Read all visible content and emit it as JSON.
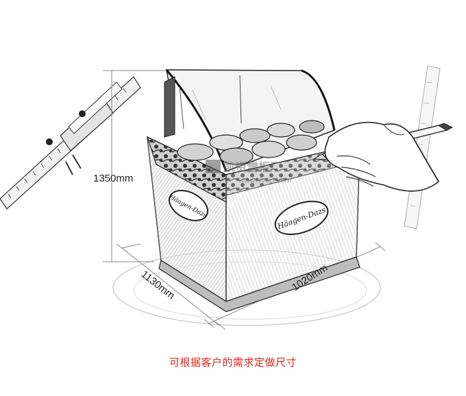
{
  "dimensions": {
    "height": "1350mm",
    "width": "1020mm",
    "depth": "1130mm"
  },
  "brand_plaque_left": "Häagen-Dazs",
  "brand_plaque_right": "Häagen-Dazs",
  "watermark": {
    "title": "凯资雪柜厂",
    "url": "www.lfykzl.com"
  },
  "caption": "可根据客户的需求定做尺寸"
}
